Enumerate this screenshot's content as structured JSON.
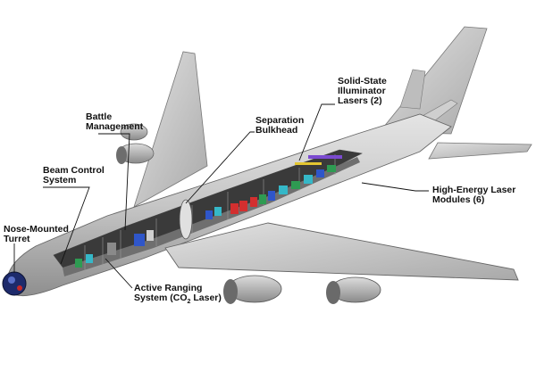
{
  "diagram": {
    "labels": {
      "nose_turret": [
        "Nose-Mounted",
        "Turret"
      ],
      "beam_control": [
        "Beam Control",
        "System"
      ],
      "battle_management": [
        "Battle",
        "Management"
      ],
      "separation_bulkhead": [
        "Separation",
        "Bulkhead"
      ],
      "illuminator_lasers": [
        "Solid-State",
        "Illuminator",
        "Lasers (2)"
      ],
      "high_energy_modules": [
        "High-Energy Laser",
        "Modules (6)"
      ],
      "active_ranging": [
        "Active Ranging",
        "System (CO",
        "2",
        " Laser)"
      ]
    },
    "colors": {
      "fuselage": "#c9c9c9",
      "fuselage_dark": "#8f8f8f",
      "interior": "#3b3b3b",
      "module_red": "#d32f2f",
      "module_green": "#2e9b52",
      "module_blue": "#2f56c9",
      "module_cyan": "#35b8c8",
      "turret": "#1d2a6b"
    }
  }
}
